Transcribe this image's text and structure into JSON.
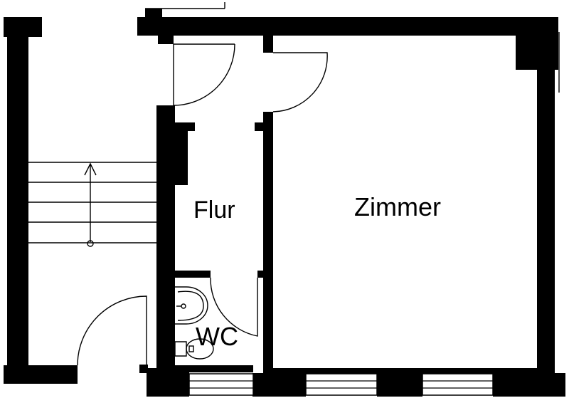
{
  "plan": {
    "rooms": {
      "flur": "Flur",
      "zimmer": "Zimmer",
      "wc": "WC"
    }
  },
  "colors": {
    "wall": "#000000",
    "background": "#ffffff"
  }
}
